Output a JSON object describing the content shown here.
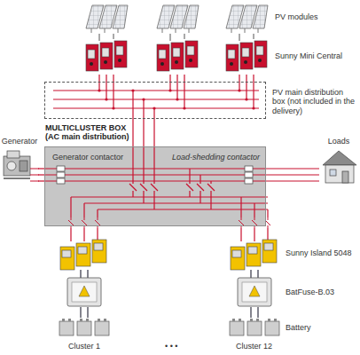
{
  "diagram": {
    "nodes": [
      {
        "text": [
          "PV main distribution box (not included in the delivery)"
        ]
      },
      {
        "text": [
          "Generator"
        ]
      },
      {
        "text": [
          "MULTICLUSTER BOX (AC main distribution)",
          "Generator contactor",
          "Load-shedding contactor"
        ]
      },
      {
        "text": [
          "Loads"
        ]
      }
    ],
    "edges": [
      {
        "from": 0,
        "to": 2,
        "arrow": "none"
      },
      {
        "from": 1,
        "to": 2,
        "arrow": "none"
      },
      {
        "from": 2,
        "to": 3,
        "arrow": "none"
      }
    ],
    "labels": [
      "PV modules",
      "Sunny Mini Central",
      "Sunny Island 5048",
      "BatFuse-B.03",
      "Battery",
      "Cluster 1",
      "• • •",
      "Cluster 12"
    ]
  }
}
